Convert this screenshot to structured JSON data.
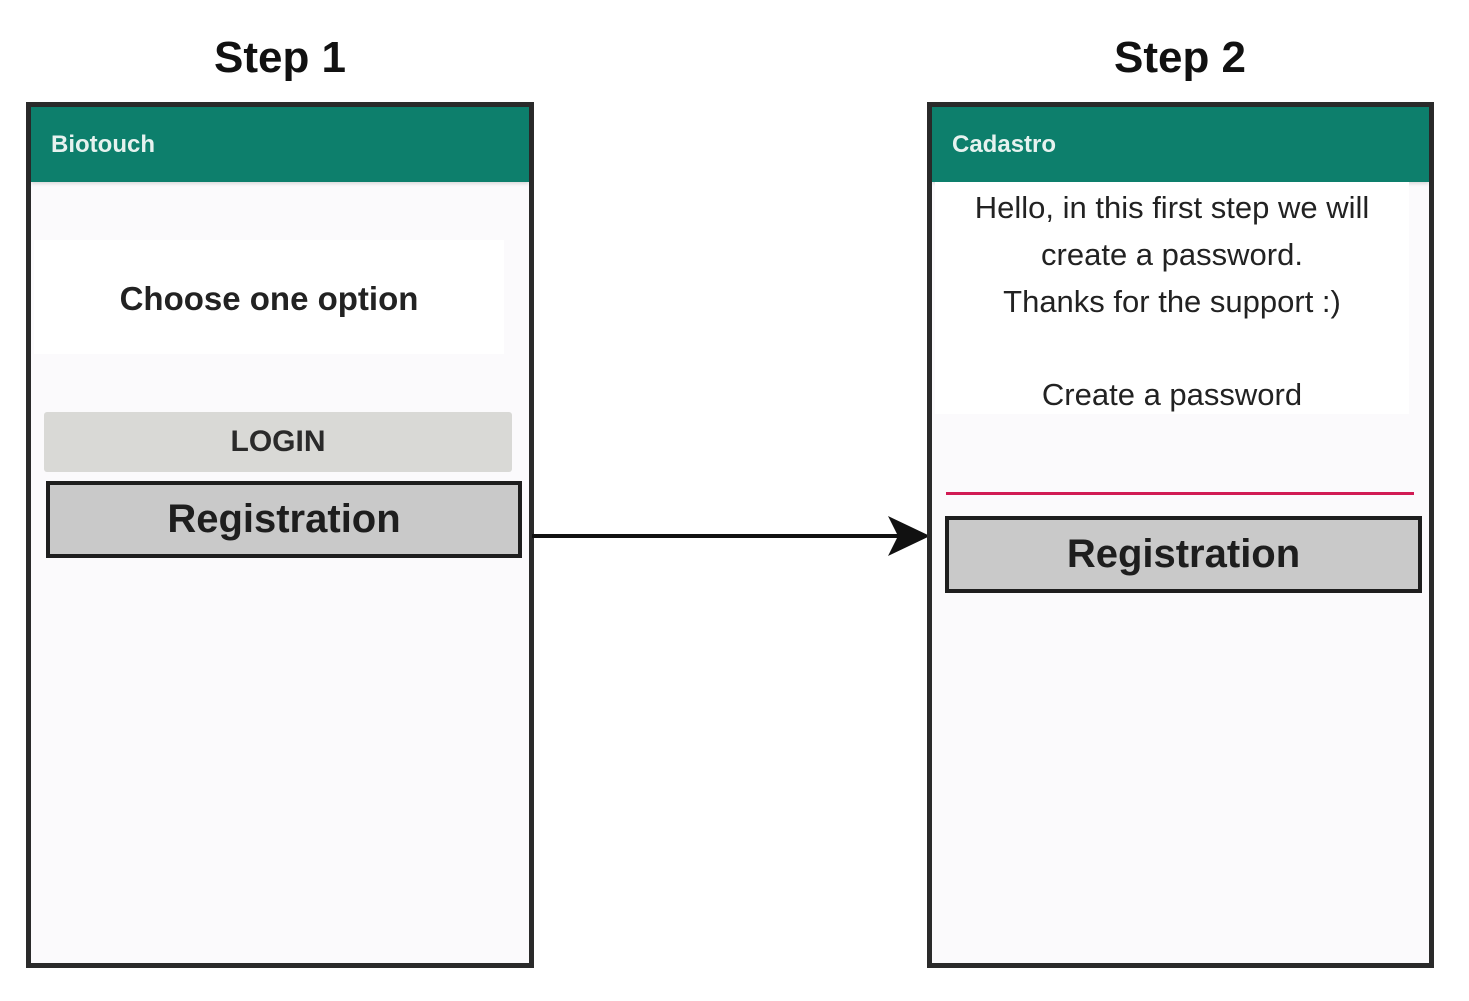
{
  "step1": {
    "title": "Step 1",
    "app_bar_title": "Biotouch",
    "prompt": "Choose one option",
    "login_label": "LOGIN",
    "registration_label": "Registration"
  },
  "step2": {
    "title": "Step 2",
    "app_bar_title": "Cadastro",
    "message_lines": [
      "Hello, in this first step we will",
      "create a password.",
      "Thanks for the support :)"
    ],
    "password_prompt": "Create a password",
    "password_value": "",
    "registration_label": "Registration"
  },
  "colors": {
    "app_bar": "#0d7f6c",
    "input_underline": "#d11b54",
    "arrow": "#111111"
  }
}
